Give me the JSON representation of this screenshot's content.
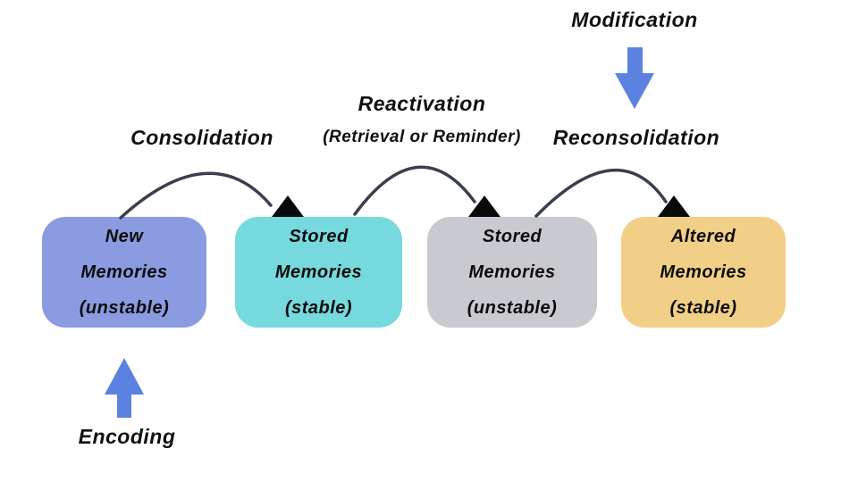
{
  "labels": {
    "modification": "Modification",
    "consolidation": "Consolidation",
    "reactivation_line1": "Reactivation",
    "reactivation_line2": "(Retrieval or Reminder)",
    "reconsolidation": "Reconsolidation",
    "encoding": "Encoding"
  },
  "boxes": [
    {
      "lines": [
        "New",
        "Memories",
        "(unstable)"
      ],
      "color": "#8a9be2"
    },
    {
      "lines": [
        "Stored",
        "Memories",
        "(stable)"
      ],
      "color": "#76d9dd"
    },
    {
      "lines": [
        "Stored",
        "Memories",
        "(unstable)"
      ],
      "color": "#c8cacf"
    },
    {
      "lines": [
        "Altered",
        "Memories",
        "(stable)"
      ],
      "color": "#f2cf87"
    }
  ],
  "colors": {
    "background": "#ffffff",
    "curve_arrow": "#3a3f4d",
    "arrowhead": "#0a0a0a",
    "block_arrow": "#5b82e0",
    "text": "#111111"
  }
}
